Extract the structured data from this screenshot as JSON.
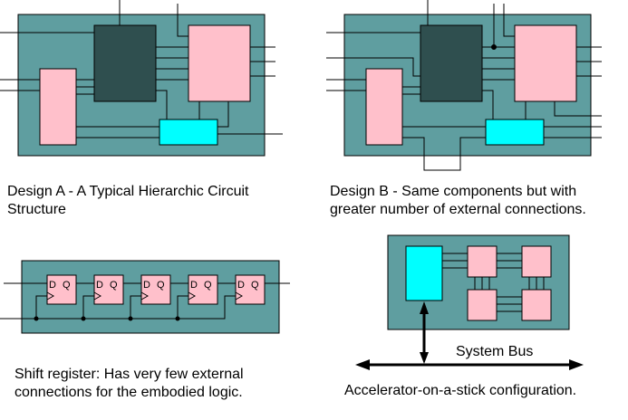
{
  "colors": {
    "board": "#5f9ea0",
    "dark_block": "#2f4f4f",
    "pink_block": "#ffc0cb",
    "cyan_block": "#00ffff",
    "wire": "#000000"
  },
  "design_a": {
    "caption_line1": "Design A - A Typical Hierarchic Circuit",
    "caption_line2": "Structure"
  },
  "design_b": {
    "caption_line1": "Design B - Same components but with",
    "caption_line2": "greater number of external connections."
  },
  "shift_register": {
    "flipflop_count": 5,
    "flipflop_d_label": "D",
    "flipflop_q_label": "Q",
    "caption_line1": "Shift register: Has very few external",
    "caption_line2": "connections for the embodied logic."
  },
  "accelerator": {
    "bus_label": "System Bus",
    "caption": "Accelerator-on-a-stick configuration."
  }
}
